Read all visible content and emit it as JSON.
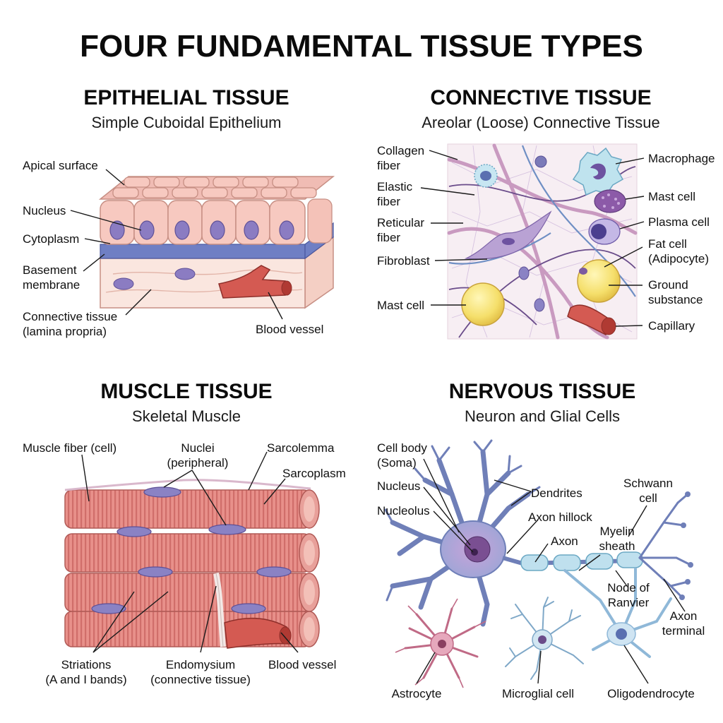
{
  "title": "FOUR FUNDAMENTAL TISSUE TYPES",
  "panels": {
    "epithelial": {
      "heading": "EPITHELIAL TISSUE",
      "subheading": "Simple Cuboidal Epithelium",
      "labels": {
        "apical": "Apical surface",
        "nucleus": "Nucleus",
        "cytoplasm": "Cytoplasm",
        "basement_1": "Basement",
        "basement_2": "membrane",
        "connective_1": "Connective tissue",
        "connective_2": "(lamina propria)",
        "blood_vessel": "Blood vessel"
      }
    },
    "connective": {
      "heading": "CONNECTIVE TISSUE",
      "subheading": "Areolar (Loose) Connective Tissue",
      "labels": {
        "collagen_1": "Collagen",
        "collagen_2": "fiber",
        "elastic_1": "Elastic",
        "elastic_2": "fiber",
        "reticular_1": "Reticular",
        "reticular_2": "fiber",
        "fibroblast": "Fibroblast",
        "mast_left": "Mast cell",
        "macrophage": "Macrophage",
        "mast_right": "Mast cell",
        "plasma": "Plasma cell",
        "fat_1": "Fat cell",
        "fat_2": "(Adipocyte)",
        "ground_1": "Ground",
        "ground_2": "substance",
        "capillary": "Capillary"
      }
    },
    "muscle": {
      "heading": "MUSCLE TISSUE",
      "subheading": "Skeletal Muscle",
      "labels": {
        "fiber": "Muscle fiber (cell)",
        "nuclei_1": "Nuclei",
        "nuclei_2": "(peripheral)",
        "sarcolemma": "Sarcolemma",
        "sarcoplasm": "Sarcoplasm",
        "striations_1": "Striations",
        "striations_2": "(A and I bands)",
        "endomysium_1": "Endomysium",
        "endomysium_2": "(connective tissue)",
        "blood_vessel": "Blood vessel"
      }
    },
    "nervous": {
      "heading": "NERVOUS TISSUE",
      "subheading": "Neuron and Glial Cells",
      "labels": {
        "cellbody_1": "Cell body",
        "cellbody_2": "(Soma)",
        "nucleus": "Nucleus",
        "nucleolus": "Nucleolus",
        "dendrites": "Dendrites",
        "hillock": "Axon hillock",
        "axon": "Axon",
        "schwann_1": "Schwann",
        "schwann_2": "cell",
        "myelin_1": "Myelin",
        "myelin_2": "sheath",
        "node_1": "Node of",
        "node_2": "Ranvier",
        "terminal_1": "Axon",
        "terminal_2": "terminal",
        "astrocyte": "Astrocyte",
        "microglia": "Microglial cell",
        "oligo": "Oligodendrocyte"
      }
    }
  }
}
